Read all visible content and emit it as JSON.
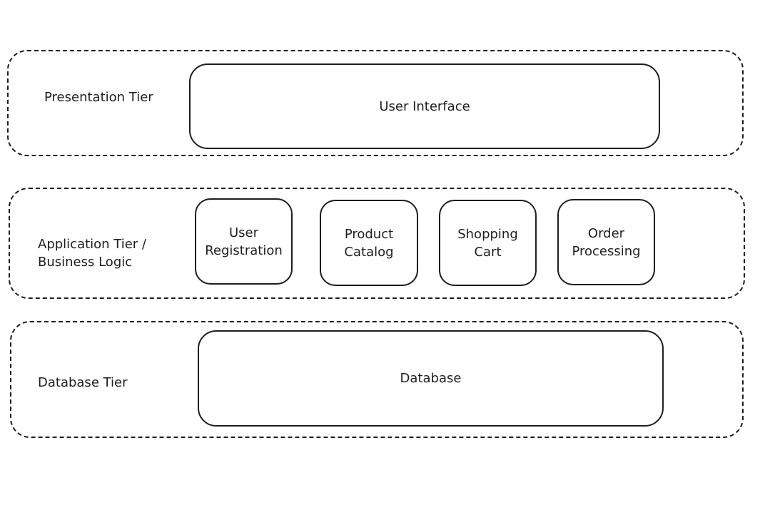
{
  "tiers": {
    "presentation": {
      "label": "Presentation Tier",
      "components": [
        "User Interface"
      ]
    },
    "application": {
      "label": "Application Tier /\nBusiness Logic",
      "components": [
        "User\nRegistration",
        "Product\nCatalog",
        "Shopping\nCart",
        "Order\nProcessing"
      ]
    },
    "database": {
      "label": "Database Tier",
      "components": [
        "Database"
      ]
    }
  },
  "colors": {
    "stroke": "#1e1e1e",
    "background": "#ffffff"
  }
}
